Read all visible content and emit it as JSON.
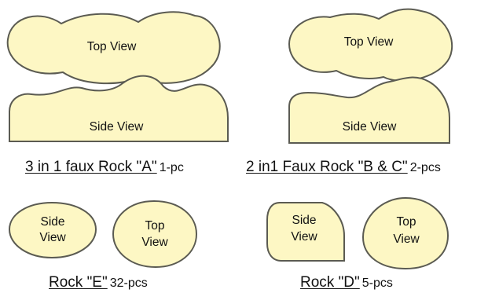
{
  "colors": {
    "fill": "#fdf7c4",
    "stroke": "#5b5b52"
  },
  "rock_a": {
    "top_label": "Top View",
    "side_label": "Side View",
    "name": "3 in 1 faux Rock \"A\"",
    "qty": "1-pc"
  },
  "rock_bc": {
    "top_label": "Top View",
    "side_label": "Side View",
    "name": "2 in1 Faux Rock \"B & C\"",
    "qty": "2-pcs"
  },
  "rock_e": {
    "side_label_line1": "Side",
    "side_label_line2": "View",
    "top_label_line1": "Top",
    "top_label_line2": "View",
    "name": "Rock \"E\"",
    "qty": "32-pcs"
  },
  "rock_d": {
    "side_label_line1": "Side",
    "side_label_line2": "View",
    "top_label_line1": "Top",
    "top_label_line2": "View",
    "name": "Rock \"D\"",
    "qty": "5-pcs"
  }
}
